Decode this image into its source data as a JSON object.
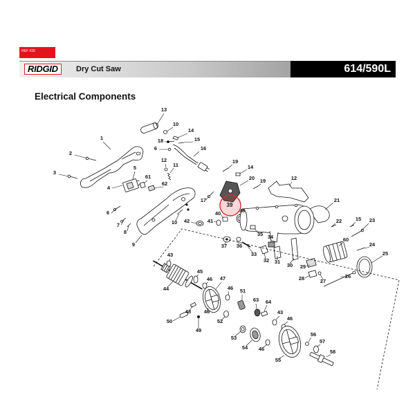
{
  "ref_tag": "REF #39",
  "header": {
    "brand": "RIDGID",
    "product": "Dry Cut Saw",
    "model": "614/590L"
  },
  "section_title": "Electrical Components",
  "diagram": {
    "highlight": {
      "label": "39",
      "color": "#e3262b"
    },
    "callouts": [
      "13",
      "10",
      "14",
      "18",
      "15",
      "6",
      "16",
      "1",
      "2",
      "3",
      "12",
      "11",
      "5",
      "61",
      "4",
      "62",
      "6",
      "7",
      "8",
      "9",
      "10",
      "42",
      "41",
      "40",
      "38",
      "17",
      "19",
      "14",
      "20",
      "19",
      "12",
      "21",
      "22",
      "15",
      "23",
      "37",
      "36",
      "35",
      "34",
      "33",
      "32",
      "31",
      "30",
      "60",
      "24",
      "25",
      "29",
      "28",
      "27",
      "26",
      "43",
      "44",
      "45",
      "46",
      "47",
      "46",
      "51",
      "63",
      "64",
      "48",
      "46",
      "49",
      "50",
      "52",
      "43",
      "46",
      "53",
      "54",
      "46",
      "55",
      "56",
      "57",
      "58"
    ]
  },
  "colors": {
    "ref_tag_bg": "#e3141b",
    "brand_border": "#d9232a",
    "model_bg": "#000000"
  }
}
